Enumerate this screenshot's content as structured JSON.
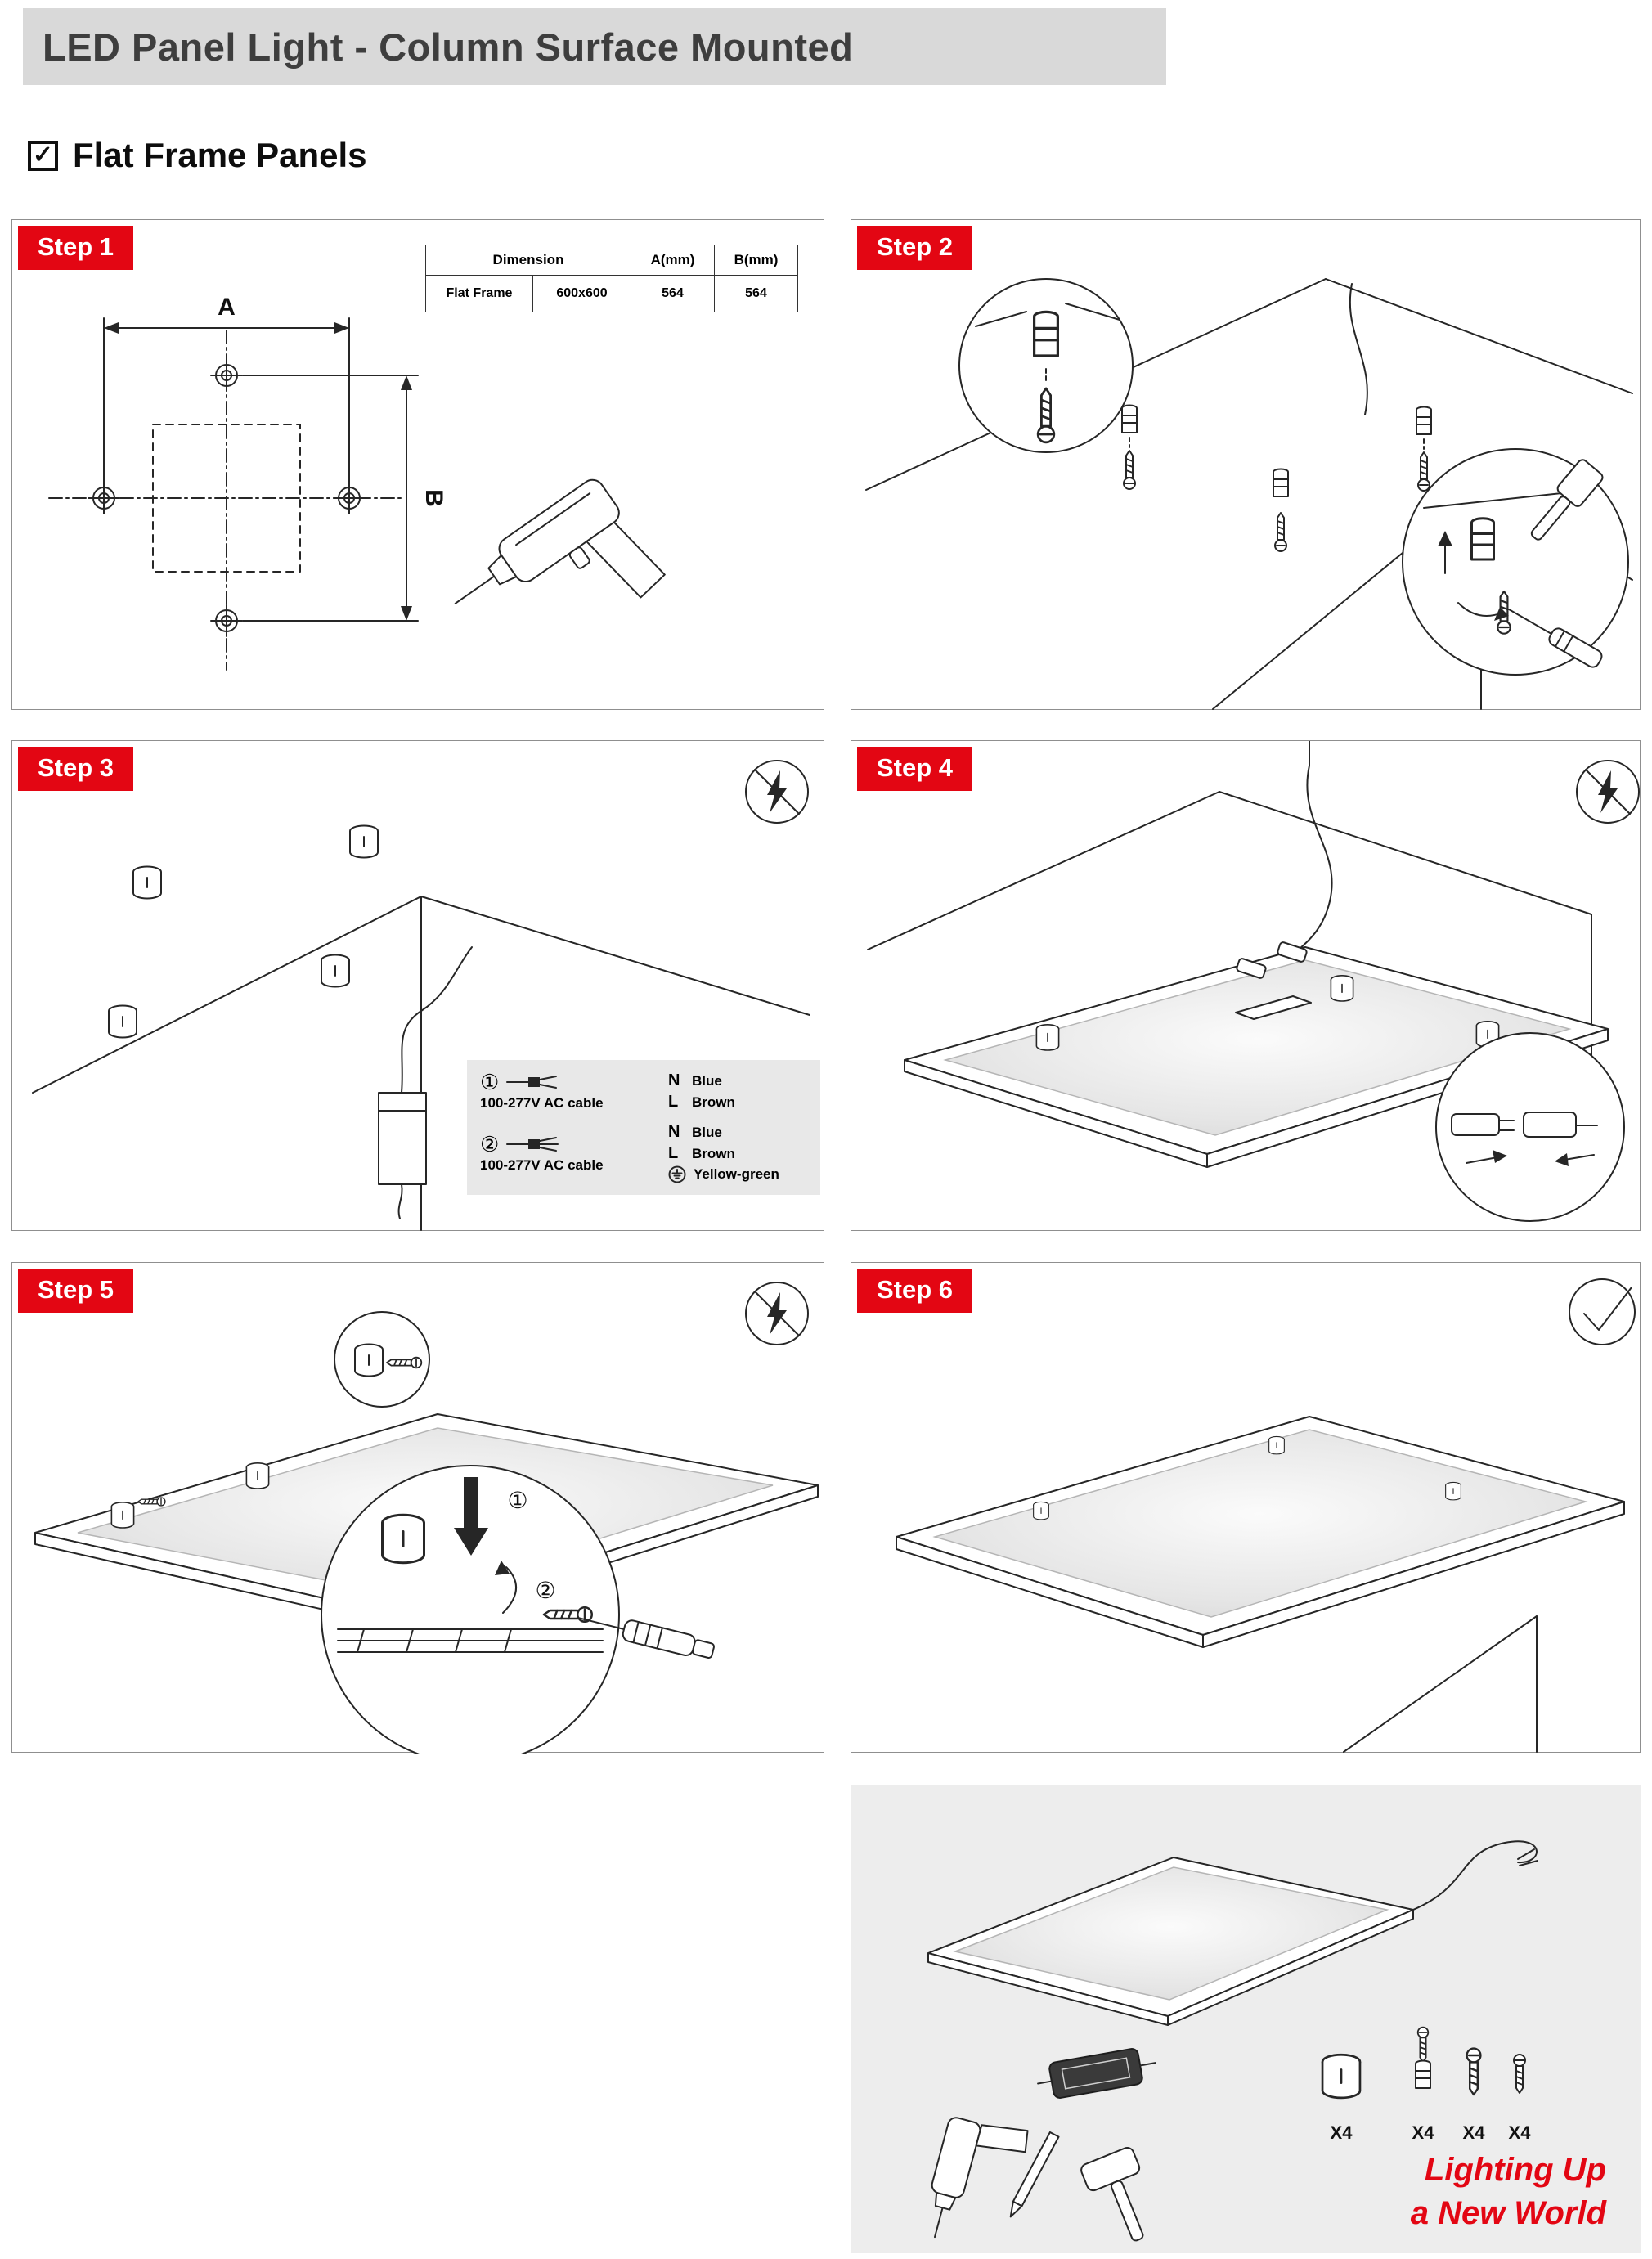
{
  "header": {
    "title": "LED Panel Light - Column Surface Mounted"
  },
  "section": {
    "heading": "Flat Frame Panels",
    "checkbox_glyph": "✓"
  },
  "steps": [
    {
      "label": "Step 1"
    },
    {
      "label": "Step 2"
    },
    {
      "label": "Step 3"
    },
    {
      "label": "Step 4"
    },
    {
      "label": "Step 5"
    },
    {
      "label": "Step 6"
    }
  ],
  "step1": {
    "dim_a_label": "A",
    "dim_b_label": "B",
    "table": {
      "header_dimension": "Dimension",
      "header_a": "A(mm)",
      "header_b": "B(mm)",
      "row_name": "Flat Frame",
      "row_size": "600x600",
      "row_a": "564",
      "row_b": "564"
    }
  },
  "step3": {
    "legend": [
      {
        "num": "①",
        "cable_label": "100-277V AC cable",
        "wires": [
          {
            "key": "N",
            "color": "Blue"
          },
          {
            "key": "L",
            "color": "Brown"
          }
        ]
      },
      {
        "num": "②",
        "cable_label": "100-277V AC cable",
        "wires": [
          {
            "key": "N",
            "color": "Blue"
          },
          {
            "key": "L",
            "color": "Brown"
          },
          {
            "icon": "earth-ground-icon",
            "color": "Yellow-green"
          }
        ]
      }
    ]
  },
  "step5": {
    "callout1": "①",
    "callout2": "②"
  },
  "parts": {
    "quantities": [
      {
        "item": "mounting-cup",
        "qty": "X4"
      },
      {
        "item": "wall-anchor",
        "qty": "X4"
      },
      {
        "item": "screw",
        "qty": "X4"
      },
      {
        "item": "small-screw",
        "qty": "X4"
      }
    ],
    "slogan_line1": "Lighting Up",
    "slogan_line2": "a New World"
  },
  "colors": {
    "step_label_red": "#e30613",
    "slogan_red": "#e30613",
    "banner_bg": "#d9d9d9",
    "banner_text": "#3e3e3e"
  }
}
